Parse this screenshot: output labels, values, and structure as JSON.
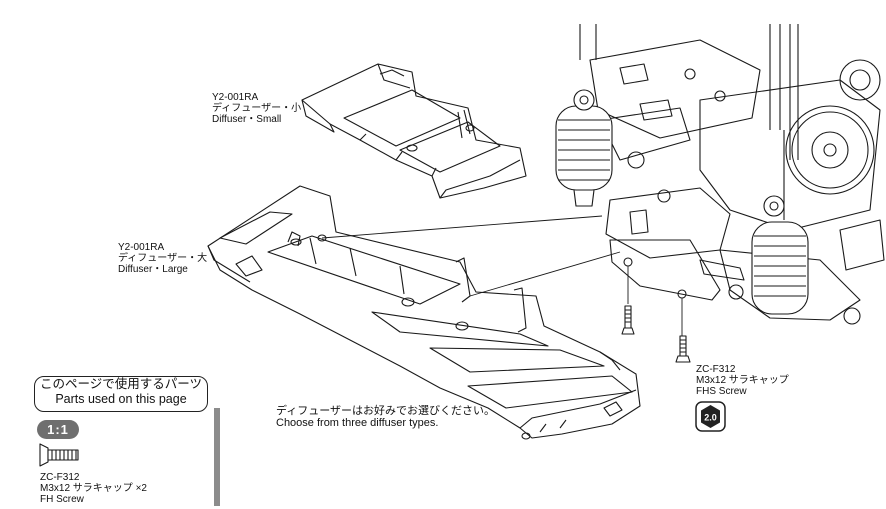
{
  "diffuser_small": {
    "part_no": "Y2-001RA",
    "name_jp": "ディフューザー・小",
    "name_en": "Diffuser・Small"
  },
  "diffuser_large": {
    "part_no": "Y2-001RA",
    "name_jp": "ディフューザー・大",
    "name_en": "Diffuser・Large"
  },
  "screw_callout": {
    "part_no": "ZC-F312",
    "name_jp": "M3x12 サラキャップ",
    "name_en": "FHS Screw",
    "tool_badge": "2.0"
  },
  "note": {
    "jp": "ディフューザーはお好みでお選びください。",
    "en": "Choose from three diffuser types."
  },
  "parts_box": {
    "title_jp": "このページで使用するパーツ",
    "title_en": "Parts used on this page",
    "scale": "1:1",
    "items": [
      {
        "part_no": "ZC-F312",
        "name_jp": "M3x12 サラキャップ ×2",
        "name_en": "FH Screw"
      }
    ]
  },
  "icons": [
    "hex-wrench-icon",
    "fh-screw-icon"
  ],
  "colors": {
    "line": "#1a1a1a",
    "badge_gray": "#6f6f6f",
    "bar_gray": "#8c8c8c"
  }
}
